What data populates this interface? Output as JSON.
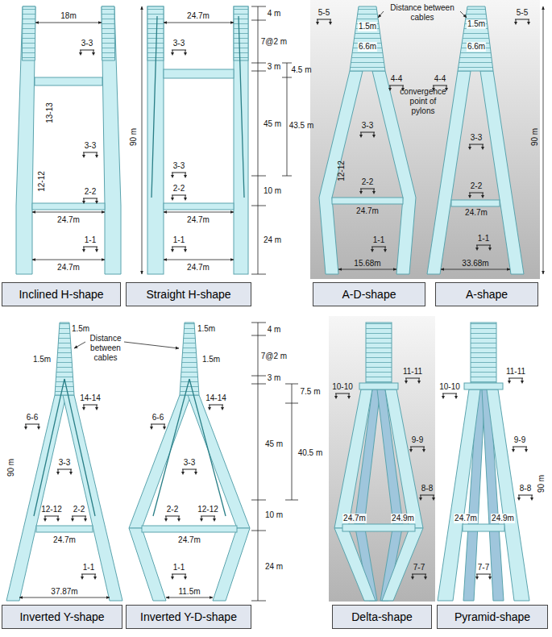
{
  "diagram": {
    "nodes": [
      {
        "text": [
          "Inclined H-shape"
        ]
      },
      {
        "text": [
          "Straight H-shape"
        ]
      },
      {
        "text": [
          "A-D-shape"
        ]
      },
      {
        "text": [
          "A-shape"
        ]
      },
      {
        "text": [
          "Inverted Y-shape"
        ]
      },
      {
        "text": [
          "Inverted Y-D-shape"
        ]
      },
      {
        "text": [
          "Delta-shape"
        ]
      },
      {
        "text": [
          "Pyramid-shape"
        ]
      }
    ],
    "labels": [
      "18m",
      "3-3",
      "13-13",
      "3-3",
      "12-12",
      "2-2",
      "24.7m",
      "1-1",
      "24.7m",
      "24.7m",
      "3-3",
      "90 m",
      "3-3",
      "2-2",
      "24.7m",
      "1-1",
      "24.7m",
      "4 m",
      "7@2 m",
      "3 m",
      "45 m",
      "10 m",
      "24 m",
      "4.5 m",
      "43.5 m",
      "5-5",
      "1.5m",
      "Distance between cables",
      "6.6m",
      "4-4",
      "3-3",
      "12-12",
      "2-2",
      "24.7m",
      "1-1",
      "15.68m",
      "5-5",
      "1.5m",
      "6.6m",
      "4-4",
      "convergence point of pylons",
      "3-3",
      "90 m",
      "2-2",
      "24.7m",
      "1-1",
      "33.68m",
      "1.5m",
      "Distance between cables",
      "1.5m",
      "14-14",
      "6-6",
      "90 m",
      "3-3",
      "12-12",
      "2-2",
      "24.7m",
      "1-1",
      "37.87m",
      "1.5m",
      "1.5m",
      "14-14",
      "6-6",
      "3-3",
      "2-2",
      "12-12",
      "24.7m",
      "1-1",
      "11.5m",
      "4 m",
      "7@2 m",
      "3 m",
      "7.5 m",
      "45 m",
      "40.5 m",
      "10 m",
      "24 m",
      "11-11",
      "10-10",
      "9-9",
      "8-8",
      "24.7m",
      "24.9m",
      "7-7",
      "11-11",
      "10-10",
      "9-9",
      "90 m",
      "8-8",
      "24.7m",
      "24.9m",
      "7-7"
    ]
  }
}
